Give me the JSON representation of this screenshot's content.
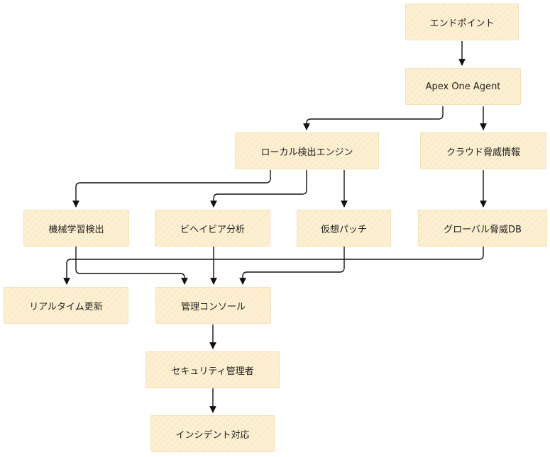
{
  "nodes": {
    "endpoint": "エンドポイント",
    "apex_agent": "Apex One Agent",
    "local_engine": "ローカル検出エンジン",
    "cloud_intel": "クラウド脅威情報",
    "ml_detection": "機械学習検出",
    "behavior": "ビヘイビア分析",
    "virtual_patch": "仮想パッチ",
    "global_db": "グローバル脅威DB",
    "realtime_update": "リアルタイム更新",
    "mgmt_console": "管理コンソール",
    "sec_admin": "セキュリティ管理者",
    "incident": "インシデント対応"
  },
  "colors": {
    "node_fill": "#fdf0d2",
    "node_border": "#f2e0b8",
    "edge": "#111111",
    "text": "#222222"
  }
}
